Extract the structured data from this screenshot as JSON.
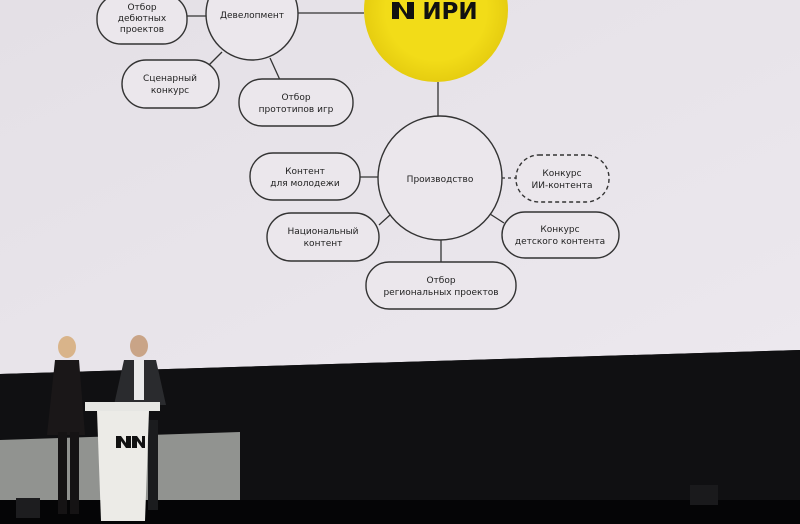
{
  "slide": {
    "logo": "ИРИ",
    "hubs": {
      "development": "Девелопмент",
      "production": "Производство"
    },
    "development_items": [
      [
        "Отбор",
        "дебютных",
        "проектов"
      ],
      [
        "Сценарный",
        "конкурс"
      ],
      [
        "Отбор",
        "прототипов игр"
      ]
    ],
    "production_items": [
      [
        "Контент",
        "для молодежи"
      ],
      [
        "Конкурс",
        "ИИ-контента"
      ],
      [
        "Национальный",
        "контент"
      ],
      [
        "Конкурс",
        "детского контента"
      ],
      [
        "Отбор",
        "региональных проектов"
      ]
    ],
    "colors": {
      "screen": "#e8e4e9",
      "accent": "#f2dc18",
      "stage": "#0d0d0f"
    }
  },
  "podium": {
    "logo": "ИРИ"
  }
}
